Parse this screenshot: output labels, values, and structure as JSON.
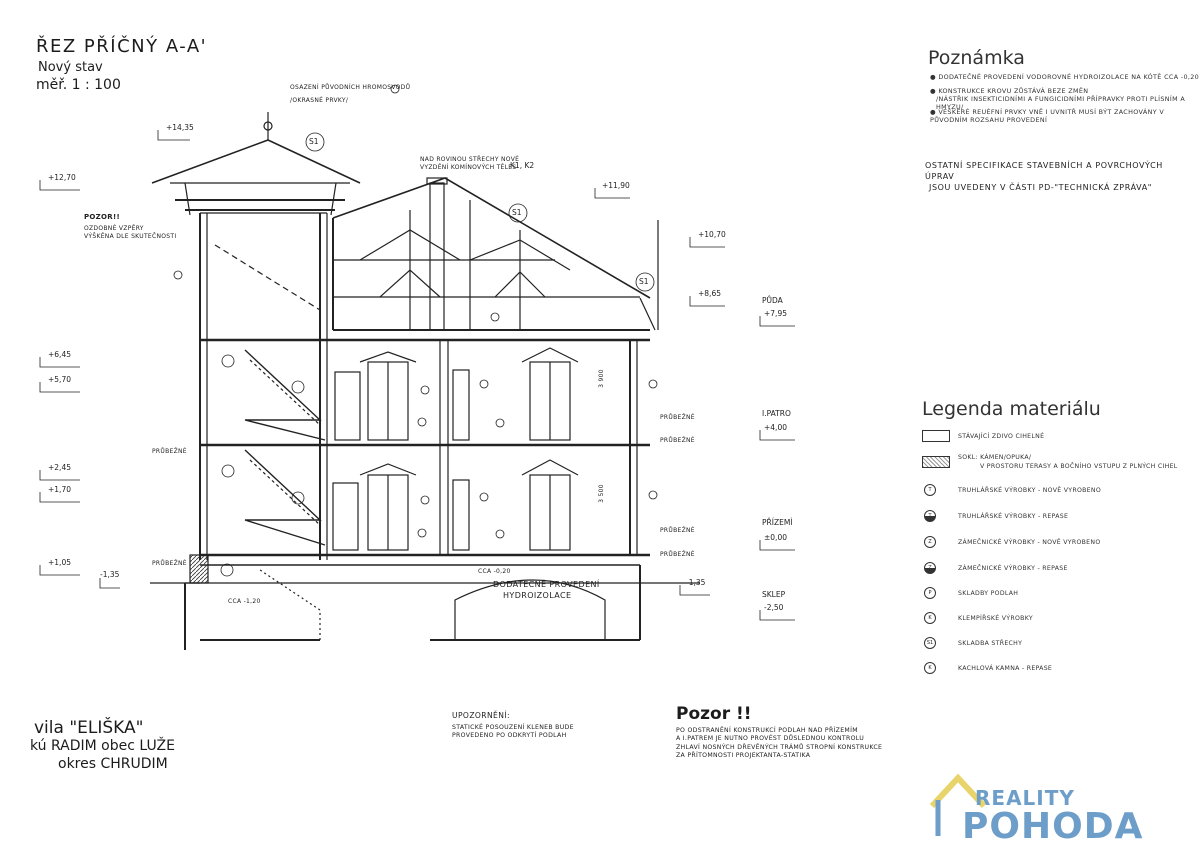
{
  "title": {
    "line1": "ŘEZ PŘÍČNÝ A-A'",
    "line2": "Nový stav",
    "line3": "měř. 1 : 100"
  },
  "note_section": {
    "heading": "Poznámka",
    "items": [
      "DODATEČNÉ PROVEDENÍ VODOROVNÉ HYDROIZOLACE NA KÓTĚ cca -0,20",
      "KONSTRUKCE KROVU ZŮSTÁVÁ BEZE ZMĚN",
      "/NÁSTŘIK INSEKTICIDNÍMI A FUNGICIDNÍMI PŘÍPRAVKY PROTI PLÍSNÍM A HMYZU/",
      "VEŠKERÉ REUÉFNÍ PRVKY VNĚ I UVNITŘ MUSÍ BÝT ZACHOVÁNY V PŮVODNÍM ROZSAHU PROVEDENÍ"
    ],
    "spec_line1": "OSTATNÍ SPECIFIKACE STAVEBNÍCH A POVRCHOVÝCH ÚPRAV",
    "spec_line2": "JSOU UVEDENY v části PD-\"TECHNICKÁ ZPRÁVA\""
  },
  "legend": {
    "heading": "Legenda materiálu",
    "items": [
      {
        "symbol": "",
        "label": "STÁVAJÍCÍ ZDIVO CIHELNÉ"
      },
      {
        "symbol": "",
        "label": "SOKL: KÁMEN/OPUKA/"
      },
      {
        "symbol": "",
        "label": "V PROSTORU TERASY A BOČNÍHO VSTUPU Z PLNÝCH CIHEL"
      },
      {
        "symbol": "T",
        "label": "TRUHLÁŘSKÉ VÝROBKY - NOVĚ VYROBENO"
      },
      {
        "symbol": "T",
        "label": "TRUHLÁŘSKÉ VÝROBKY - REPASE"
      },
      {
        "symbol": "Z",
        "label": "ZÁMEČNICKÉ VÝROBKY - NOVĚ VYROBENO"
      },
      {
        "symbol": "Z",
        "label": "ZÁMEČNICKÉ VÝROBKY - REPASE"
      },
      {
        "symbol": "P",
        "label": "SKLADBY PODLAH"
      },
      {
        "symbol": "K",
        "label": "KLEMPÍŘSKÉ VÝROBKY"
      },
      {
        "symbol": "S1",
        "label": "SKLADBA STŘECHY"
      },
      {
        "symbol": "K",
        "label": "KACHLOVÁ KAMNA - REPASE"
      }
    ]
  },
  "drawing": {
    "top_note1": "OSAZENÍ PŮVODNÍCH HROMOSVODŮ",
    "top_note2": "/OKRASNÉ PRVKY/",
    "chimney_note1": "NAD ROVINOU STŘECHY NOVÉ",
    "chimney_note2": "VYZDĚNÍ KOMÍNOVÝCH TĚLES",
    "chimney_tag": "K1, K2",
    "left_warn1": "POZOR!!",
    "left_warn2": "OZDOBNÉ VZPĚRY",
    "left_warn3": "VÝŠKĚNA DLE SKUTEČNOSTI",
    "roof_tag": "S1",
    "levels_left": [
      "+14,35",
      "+12,70",
      "+6,45",
      "+5,70",
      "+2,45",
      "+1,70",
      "+1,05",
      "-1,35"
    ],
    "levels_right": [
      "+11,90",
      "+10,70",
      "+8,65",
      "+7,95",
      "+4,00",
      "±0,00",
      "-1,35",
      "-2,50"
    ],
    "floor_labels": [
      "PŮDA",
      "I.PATRO",
      "PŘÍZEMÍ",
      "SKLEP"
    ],
    "pruzezne": "PRŮBEŽNÉ",
    "hydro1": "DODATEČNÉ PROVEDENÍ",
    "hydro2": "HYDROIZOLACE",
    "hydro_level": "cca -0,20",
    "basement_level": "cca -1,20",
    "dim_upper": "3 900",
    "dim_lower": "3 500"
  },
  "villa": {
    "line1": "vila \"ELIŠKA\"",
    "line2": "kú RADIM obec LUŽE",
    "line3": "okres CHRUDIM"
  },
  "warning": {
    "heading": "UPOZORNĚNÍ:",
    "line1": "STATICKÉ POSOUZENÍ KLENEB BUDE",
    "line2": "PROVEDENO PO ODKRYTÍ PODLAH"
  },
  "pozor": {
    "heading": "Pozor !!",
    "line1": "PO ODSTRANĚNÍ KONSTRUKCÍ PODLAH NAD PŘÍZEMÍM",
    "line2": "A I.PATREM JE NUTNO PROVÉST DŮSLEDNOU KONTROLU",
    "line3": "ZHLAVÍ NOSNÝCH DŘEVĚNÝCH TRÁMŮ STROPNÍ KONSTRUKCE",
    "line4": "ZA PŘÍTOMNOSTI PROJEKTANTA-STATIKA"
  },
  "logo": {
    "line1": "REALITY",
    "line2": "POHODA",
    "color": "#6d9ec9",
    "roof_color": "#e8d46a"
  }
}
